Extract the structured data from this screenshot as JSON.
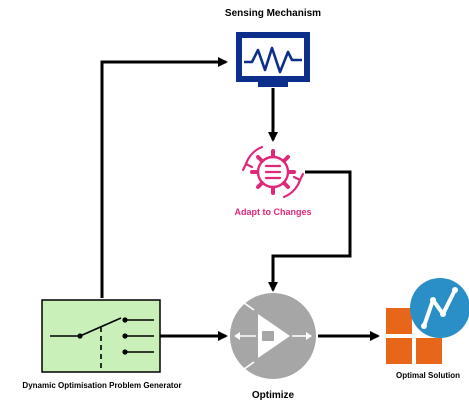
{
  "labels": {
    "sensing": "Sensing Mechanism",
    "adapt": "Adapt to Changes",
    "generator": "Dynamic Optimisation Problem Generator",
    "optimize": "Optimize",
    "optimal": "Optimal Solution"
  },
  "colors": {
    "sensor_frame": "#0b2f8a",
    "gear_pink": "#e0287a",
    "generator_fill": "#c8f0b8",
    "optimizer_grey": "#a6a6a6",
    "solution_orange": "#e8661a",
    "solution_blue": "#2a8fc7",
    "arrow": "#000000"
  },
  "icons": {
    "sensor": "waveform-monitor-icon",
    "adapt": "gear-cycle-icon",
    "generator": "switch-circuit-icon",
    "optimizer": "router-arrows-icon",
    "solution": "analytics-grid-icon"
  }
}
